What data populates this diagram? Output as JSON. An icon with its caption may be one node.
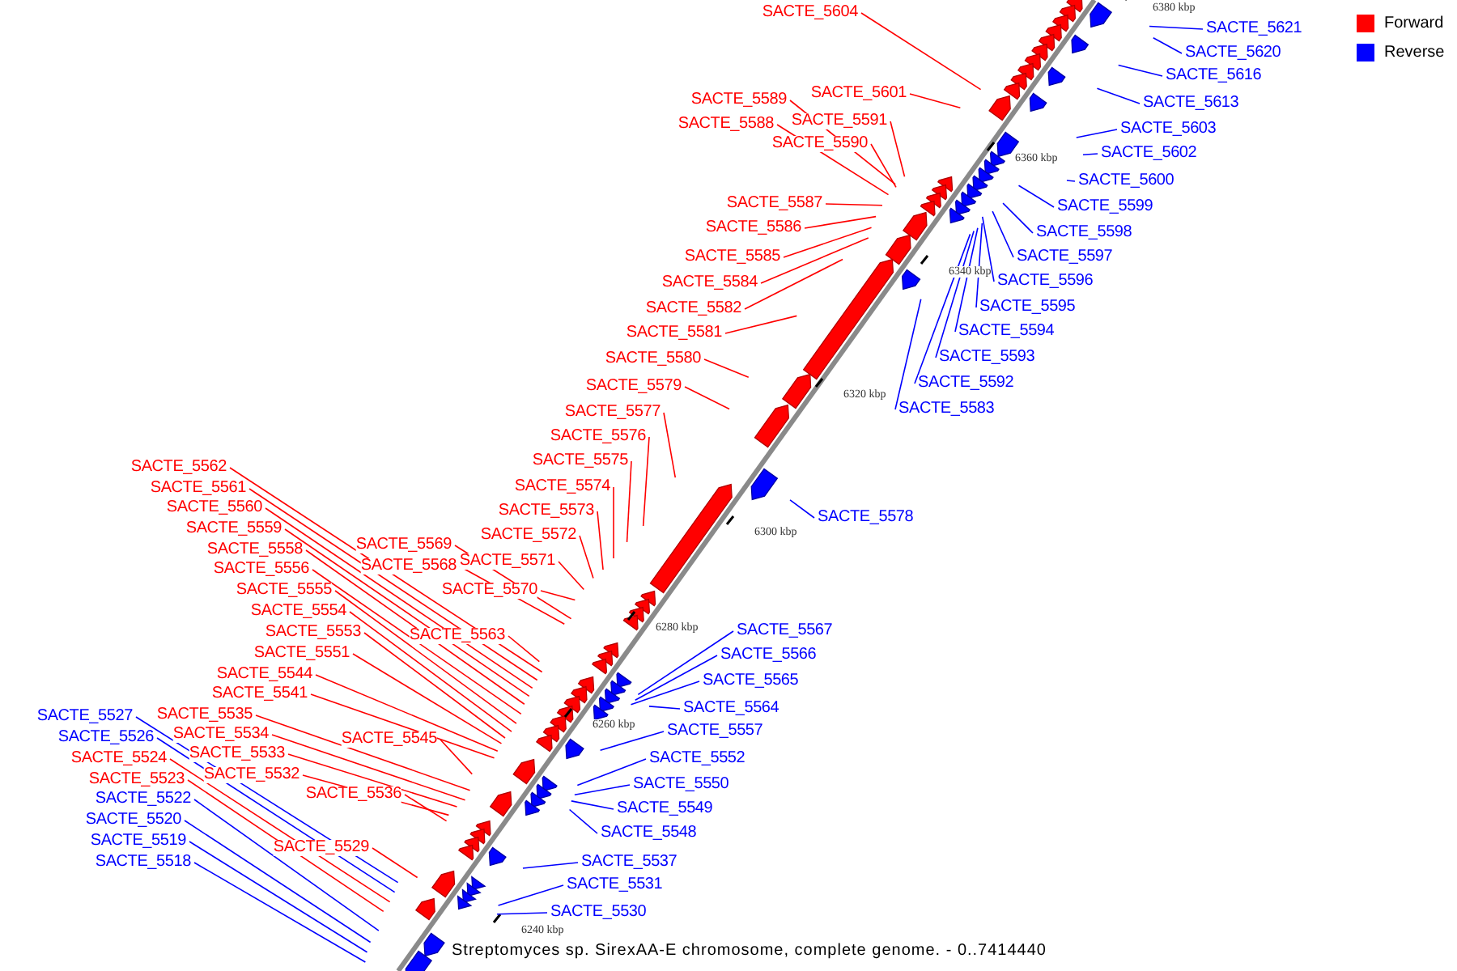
{
  "diagram": {
    "caption": "Streptomyces sp. SirexAA-E chromosome, complete genome. - 0..7414440",
    "nodes": [
      {
        "text": [
          "SACTE_5604"
        ]
      },
      {
        "text": [
          "SACTE_5621"
        ]
      },
      {
        "text": [
          "SACTE_5620"
        ]
      },
      {
        "text": [
          "SACTE_5616"
        ]
      },
      {
        "text": [
          "SACTE_5601"
        ]
      },
      {
        "text": [
          "SACTE_5589"
        ]
      },
      {
        "text": [
          "SACTE_5613"
        ]
      },
      {
        "text": [
          "SACTE_5591"
        ]
      },
      {
        "text": [
          "SACTE_5588"
        ]
      },
      {
        "text": [
          "SACTE_5603"
        ]
      },
      {
        "text": [
          "SACTE_5590"
        ]
      },
      {
        "text": [
          "SACTE_5602"
        ]
      },
      {
        "text": [
          "SACTE_5600"
        ]
      },
      {
        "text": [
          "SACTE_5587"
        ]
      },
      {
        "text": [
          "SACTE_5599"
        ]
      },
      {
        "text": [
          "SACTE_5586"
        ]
      },
      {
        "text": [
          "SACTE_5598"
        ]
      },
      {
        "text": [
          "SACTE_5585"
        ]
      },
      {
        "text": [
          "SACTE_5597"
        ]
      },
      {
        "text": [
          "SACTE_5584"
        ]
      },
      {
        "text": [
          "SACTE_5596"
        ]
      },
      {
        "text": [
          "SACTE_5595"
        ]
      },
      {
        "text": [
          "SACTE_5582"
        ]
      },
      {
        "text": [
          "SACTE_5594"
        ]
      },
      {
        "text": [
          "SACTE_5581"
        ]
      },
      {
        "text": [
          "SACTE_5593"
        ]
      },
      {
        "text": [
          "SACTE_5580"
        ]
      },
      {
        "text": [
          "SACTE_5592"
        ]
      },
      {
        "text": [
          "SACTE_5579"
        ]
      },
      {
        "text": [
          "SACTE_5583"
        ]
      },
      {
        "text": [
          "SACTE_5577"
        ]
      },
      {
        "text": [
          "SACTE_5576"
        ]
      },
      {
        "text": [
          "SACTE_5575"
        ]
      },
      {
        "text": [
          "SACTE_5574"
        ]
      },
      {
        "text": [
          "SACTE_5573"
        ]
      },
      {
        "text": [
          "SACTE_5578"
        ]
      },
      {
        "text": [
          "SACTE_5572"
        ]
      },
      {
        "text": [
          "SACTE_5569"
        ]
      },
      {
        "text": [
          "SACTE_5571"
        ]
      },
      {
        "text": [
          "SACTE_5568"
        ]
      },
      {
        "text": [
          "SACTE_5570"
        ]
      },
      {
        "text": [
          "SACTE_5562"
        ]
      },
      {
        "text": [
          "SACTE_5561"
        ]
      },
      {
        "text": [
          "SACTE_5560"
        ]
      },
      {
        "text": [
          "SACTE_5559"
        ]
      },
      {
        "text": [
          "SACTE_5558"
        ]
      },
      {
        "text": [
          "SACTE_5556"
        ]
      },
      {
        "text": [
          "SACTE_5555"
        ]
      },
      {
        "text": [
          "SACTE_5554"
        ]
      },
      {
        "text": [
          "SACTE_5553"
        ]
      },
      {
        "text": [
          "SACTE_5567"
        ]
      },
      {
        "text": [
          "SACTE_5563"
        ]
      },
      {
        "text": [
          "SACTE_5551"
        ]
      },
      {
        "text": [
          "SACTE_5566"
        ]
      },
      {
        "text": [
          "SACTE_5544"
        ]
      },
      {
        "text": [
          "SACTE_5565"
        ]
      },
      {
        "text": [
          "SACTE_5541"
        ]
      },
      {
        "text": [
          "SACTE_5564"
        ]
      },
      {
        "text": [
          "SACTE_5535"
        ]
      },
      {
        "text": [
          "SACTE_5527"
        ]
      },
      {
        "text": [
          "SACTE_5557"
        ]
      },
      {
        "text": [
          "SACTE_5534"
        ]
      },
      {
        "text": [
          "SACTE_5526"
        ]
      },
      {
        "text": [
          "SACTE_5545"
        ]
      },
      {
        "text": [
          "SACTE_5533"
        ]
      },
      {
        "text": [
          "SACTE_5524"
        ]
      },
      {
        "text": [
          "SACTE_5552"
        ]
      },
      {
        "text": [
          "SACTE_5532"
        ]
      },
      {
        "text": [
          "SACTE_5523"
        ]
      },
      {
        "text": [
          "SACTE_5550"
        ]
      },
      {
        "text": [
          "SACTE_5536"
        ]
      },
      {
        "text": [
          "SACTE_5522"
        ]
      },
      {
        "text": [
          "SACTE_5549"
        ]
      },
      {
        "text": [
          "SACTE_5520"
        ]
      },
      {
        "text": [
          "SACTE_5548"
        ]
      },
      {
        "text": [
          "SACTE_5519"
        ]
      },
      {
        "text": [
          "SACTE_5529"
        ]
      },
      {
        "text": [
          "SACTE_5537"
        ]
      },
      {
        "text": [
          "SACTE_5518"
        ]
      },
      {
        "text": [
          "SACTE_5531"
        ]
      },
      {
        "text": [
          "SACTE_5530"
        ]
      }
    ],
    "edges": [
      {
        "from": 0,
        "to": null,
        "arrow": "none"
      },
      {
        "from": 1,
        "to": null,
        "arrow": "none",
        "color": "#0000ff"
      },
      {
        "from": 2,
        "to": null,
        "arrow": "none",
        "color": "#0000ff"
      },
      {
        "from": 3,
        "to": null,
        "arrow": "none",
        "color": "#0000ff"
      },
      {
        "from": 4,
        "to": null,
        "arrow": "none"
      },
      {
        "from": 5,
        "to": null,
        "arrow": "none"
      },
      {
        "from": 6,
        "to": null,
        "arrow": "none",
        "color": "#0000ff"
      },
      {
        "from": 7,
        "to": null,
        "arrow": "none"
      },
      {
        "from": 8,
        "to": null,
        "arrow": "none"
      },
      {
        "from": 9,
        "to": null,
        "arrow": "none",
        "color": "#0000ff"
      },
      {
        "from": 10,
        "to": null,
        "arrow": "none"
      },
      {
        "from": 11,
        "to": null,
        "arrow": "none",
        "color": "#0000ff"
      },
      {
        "from": 12,
        "to": null,
        "arrow": "none",
        "color": "#0000ff"
      },
      {
        "from": 13,
        "to": null,
        "arrow": "none"
      },
      {
        "from": 14,
        "to": null,
        "arrow": "none",
        "color": "#0000ff"
      },
      {
        "from": 15,
        "to": null,
        "arrow": "none"
      },
      {
        "from": 16,
        "to": null,
        "arrow": "none",
        "color": "#0000ff"
      },
      {
        "from": 17,
        "to": null,
        "arrow": "none"
      },
      {
        "from": 18,
        "to": null,
        "arrow": "none",
        "color": "#0000ff"
      },
      {
        "from": 19,
        "to": null,
        "arrow": "none"
      },
      {
        "from": 20,
        "to": null,
        "arrow": "none",
        "color": "#0000ff"
      },
      {
        "from": 21,
        "to": null,
        "arrow": "none",
        "color": "#0000ff"
      },
      {
        "from": 22,
        "to": null,
        "arrow": "none"
      },
      {
        "from": 23,
        "to": null,
        "arrow": "none",
        "color": "#0000ff"
      },
      {
        "from": 24,
        "to": null,
        "arrow": "none"
      },
      {
        "from": 25,
        "to": null,
        "arrow": "none",
        "color": "#0000ff"
      },
      {
        "from": 26,
        "to": null,
        "arrow": "none"
      },
      {
        "from": 27,
        "to": null,
        "arrow": "none",
        "color": "#0000ff"
      },
      {
        "from": 28,
        "to": null,
        "arrow": "none"
      },
      {
        "from": 29,
        "to": null,
        "arrow": "none",
        "color": "#0000ff"
      },
      {
        "from": 30,
        "to": null,
        "arrow": "none"
      },
      {
        "from": 31,
        "to": null,
        "arrow": "none"
      },
      {
        "from": 32,
        "to": null,
        "arrow": "none"
      },
      {
        "from": 33,
        "to": null,
        "arrow": "none"
      },
      {
        "from": 34,
        "to": null,
        "arrow": "none"
      },
      {
        "from": 35,
        "to": null,
        "arrow": "none",
        "color": "#0000ff"
      },
      {
        "from": 36,
        "to": null,
        "arrow": "none"
      },
      {
        "from": 37,
        "to": null,
        "arrow": "none"
      },
      {
        "from": 38,
        "to": null,
        "arrow": "none"
      },
      {
        "from": 39,
        "to": null,
        "arrow": "none"
      },
      {
        "from": 40,
        "to": null,
        "arrow": "none"
      },
      {
        "from": 41,
        "to": null,
        "arrow": "none"
      },
      {
        "from": 42,
        "to": null,
        "arrow": "none"
      },
      {
        "from": 43,
        "to": null,
        "arrow": "none"
      },
      {
        "from": 44,
        "to": null,
        "arrow": "none"
      },
      {
        "from": 45,
        "to": null,
        "arrow": "none"
      },
      {
        "from": 46,
        "to": null,
        "arrow": "none"
      },
      {
        "from": 47,
        "to": null,
        "arrow": "none"
      },
      {
        "from": 48,
        "to": null,
        "arrow": "none"
      },
      {
        "from": 49,
        "to": null,
        "arrow": "none"
      },
      {
        "from": 50,
        "to": null,
        "arrow": "none",
        "color": "#0000ff"
      },
      {
        "from": 51,
        "to": null,
        "arrow": "none"
      },
      {
        "from": 52,
        "to": null,
        "arrow": "none"
      },
      {
        "from": 53,
        "to": null,
        "arrow": "none",
        "color": "#0000ff"
      },
      {
        "from": 54,
        "to": null,
        "arrow": "none"
      },
      {
        "from": 55,
        "to": null,
        "arrow": "none",
        "color": "#0000ff"
      },
      {
        "from": 56,
        "to": null,
        "arrow": "none"
      },
      {
        "from": 57,
        "to": null,
        "arrow": "none",
        "color": "#0000ff"
      },
      {
        "from": 58,
        "to": null,
        "arrow": "none"
      },
      {
        "from": 59,
        "to": null,
        "arrow": "none",
        "color": "#0000ff"
      },
      {
        "from": 60,
        "to": null,
        "arrow": "none",
        "color": "#0000ff"
      },
      {
        "from": 61,
        "to": null,
        "arrow": "none"
      },
      {
        "from": 62,
        "to": null,
        "arrow": "none",
        "color": "#0000ff"
      },
      {
        "from": 63,
        "to": null,
        "arrow": "none"
      },
      {
        "from": 64,
        "to": null,
        "arrow": "none"
      },
      {
        "from": 65,
        "to": null,
        "arrow": "none"
      },
      {
        "from": 66,
        "to": null,
        "arrow": "none",
        "color": "#0000ff"
      },
      {
        "from": 67,
        "to": null,
        "arrow": "none"
      },
      {
        "from": 68,
        "to": null,
        "arrow": "none"
      },
      {
        "from": 69,
        "to": null,
        "arrow": "none",
        "color": "#0000ff"
      },
      {
        "from": 70,
        "to": null,
        "arrow": "none"
      },
      {
        "from": 71,
        "to": null,
        "arrow": "none",
        "color": "#0000ff"
      },
      {
        "from": 72,
        "to": null,
        "arrow": "none",
        "color": "#0000ff"
      },
      {
        "from": 73,
        "to": null,
        "arrow": "none",
        "color": "#0000ff"
      },
      {
        "from": 74,
        "to": null,
        "arrow": "none",
        "color": "#0000ff"
      },
      {
        "from": 75,
        "to": null,
        "arrow": "none",
        "color": "#0000ff"
      },
      {
        "from": 76,
        "to": null,
        "arrow": "none"
      },
      {
        "from": 77,
        "to": null,
        "arrow": "none",
        "color": "#0000ff"
      },
      {
        "from": 78,
        "to": null,
        "arrow": "none",
        "color": "#0000ff"
      },
      {
        "from": 79,
        "to": null,
        "arrow": "none",
        "color": "#0000ff"
      },
      {
        "from": 80,
        "to": null,
        "arrow": "none",
        "color": "#0000ff"
      }
    ],
    "labels": [
      "6380 kbp",
      "6360 kbp",
      "6340 kbp",
      "6320 kbp",
      "6300 kbp",
      "6280 kbp",
      "6260 kbp",
      "6240 kbp"
    ],
    "legend": [
      {
        "text": "Forward",
        "color": "#ff0000"
      },
      {
        "text": "Reverse",
        "color": "#0000ff"
      }
    ]
  }
}
